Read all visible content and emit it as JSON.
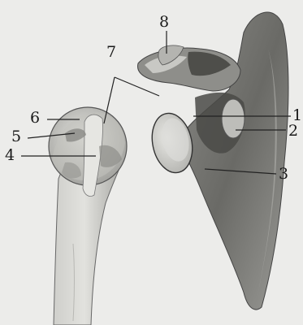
{
  "labels": {
    "l1": "1",
    "l2": "2",
    "l3": "3",
    "l4": "4",
    "l5": "5",
    "l6": "6",
    "l7": "7",
    "l8": "8"
  },
  "colors": {
    "background": "#ececea",
    "bone_light": "#d4d4d0",
    "bone_mid": "#a8a8a4",
    "bone_dark": "#5c5c58",
    "line": "#222222"
  }
}
